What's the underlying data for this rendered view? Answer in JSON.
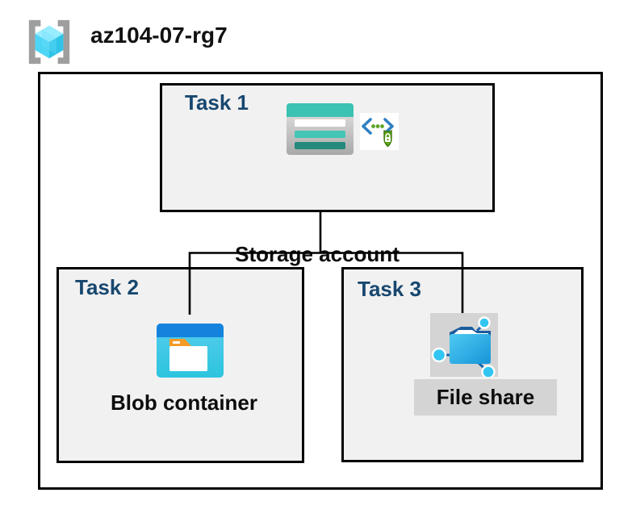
{
  "header": {
    "title": "az104-07-rg7",
    "icon": "resource-group-icon"
  },
  "diagram": {
    "type": "azure-resource-group-diagram",
    "tasks": [
      {
        "id": "task1",
        "label": "Task 1",
        "resource": "Storage account",
        "icons": [
          "storage-account-icon",
          "secure-access-icon"
        ]
      },
      {
        "id": "task2",
        "label": "Task 2",
        "resource": "Blob container",
        "icons": [
          "blob-container-icon"
        ]
      },
      {
        "id": "task3",
        "label": "Task 3",
        "resource": "File share",
        "icons": [
          "file-share-icon"
        ],
        "highlighted": true
      }
    ],
    "connections": [
      {
        "from": "task1-storage-account",
        "to": "task2-blob-container"
      },
      {
        "from": "task1-storage-account",
        "to": "task3-file-share"
      }
    ]
  },
  "colors": {
    "task_label": "#17476F",
    "box_fill": "#F1F1F1",
    "box_border": "#000000",
    "highlight_gray": "#D4D4D4",
    "storage_teal": "#3CC2B2",
    "storage_teal_dark": "#26897D",
    "blob_header_blue": "#1583DD",
    "blob_body_cyan": "#3DC8E4",
    "folder_tab_orange": "#F59B28",
    "fileshare_cyan": "#2FB9EC",
    "fileshare_dark_blue": "#1A5D9E",
    "shield_green": "#5EA416",
    "bracket_blue": "#2E7FC2",
    "rg_bracket_gray": "#9E9E9E",
    "rg_cube_light": "#97ECFF",
    "rg_cube_mid": "#4ED5F5",
    "rg_cube_dark": "#2FC3E8"
  }
}
